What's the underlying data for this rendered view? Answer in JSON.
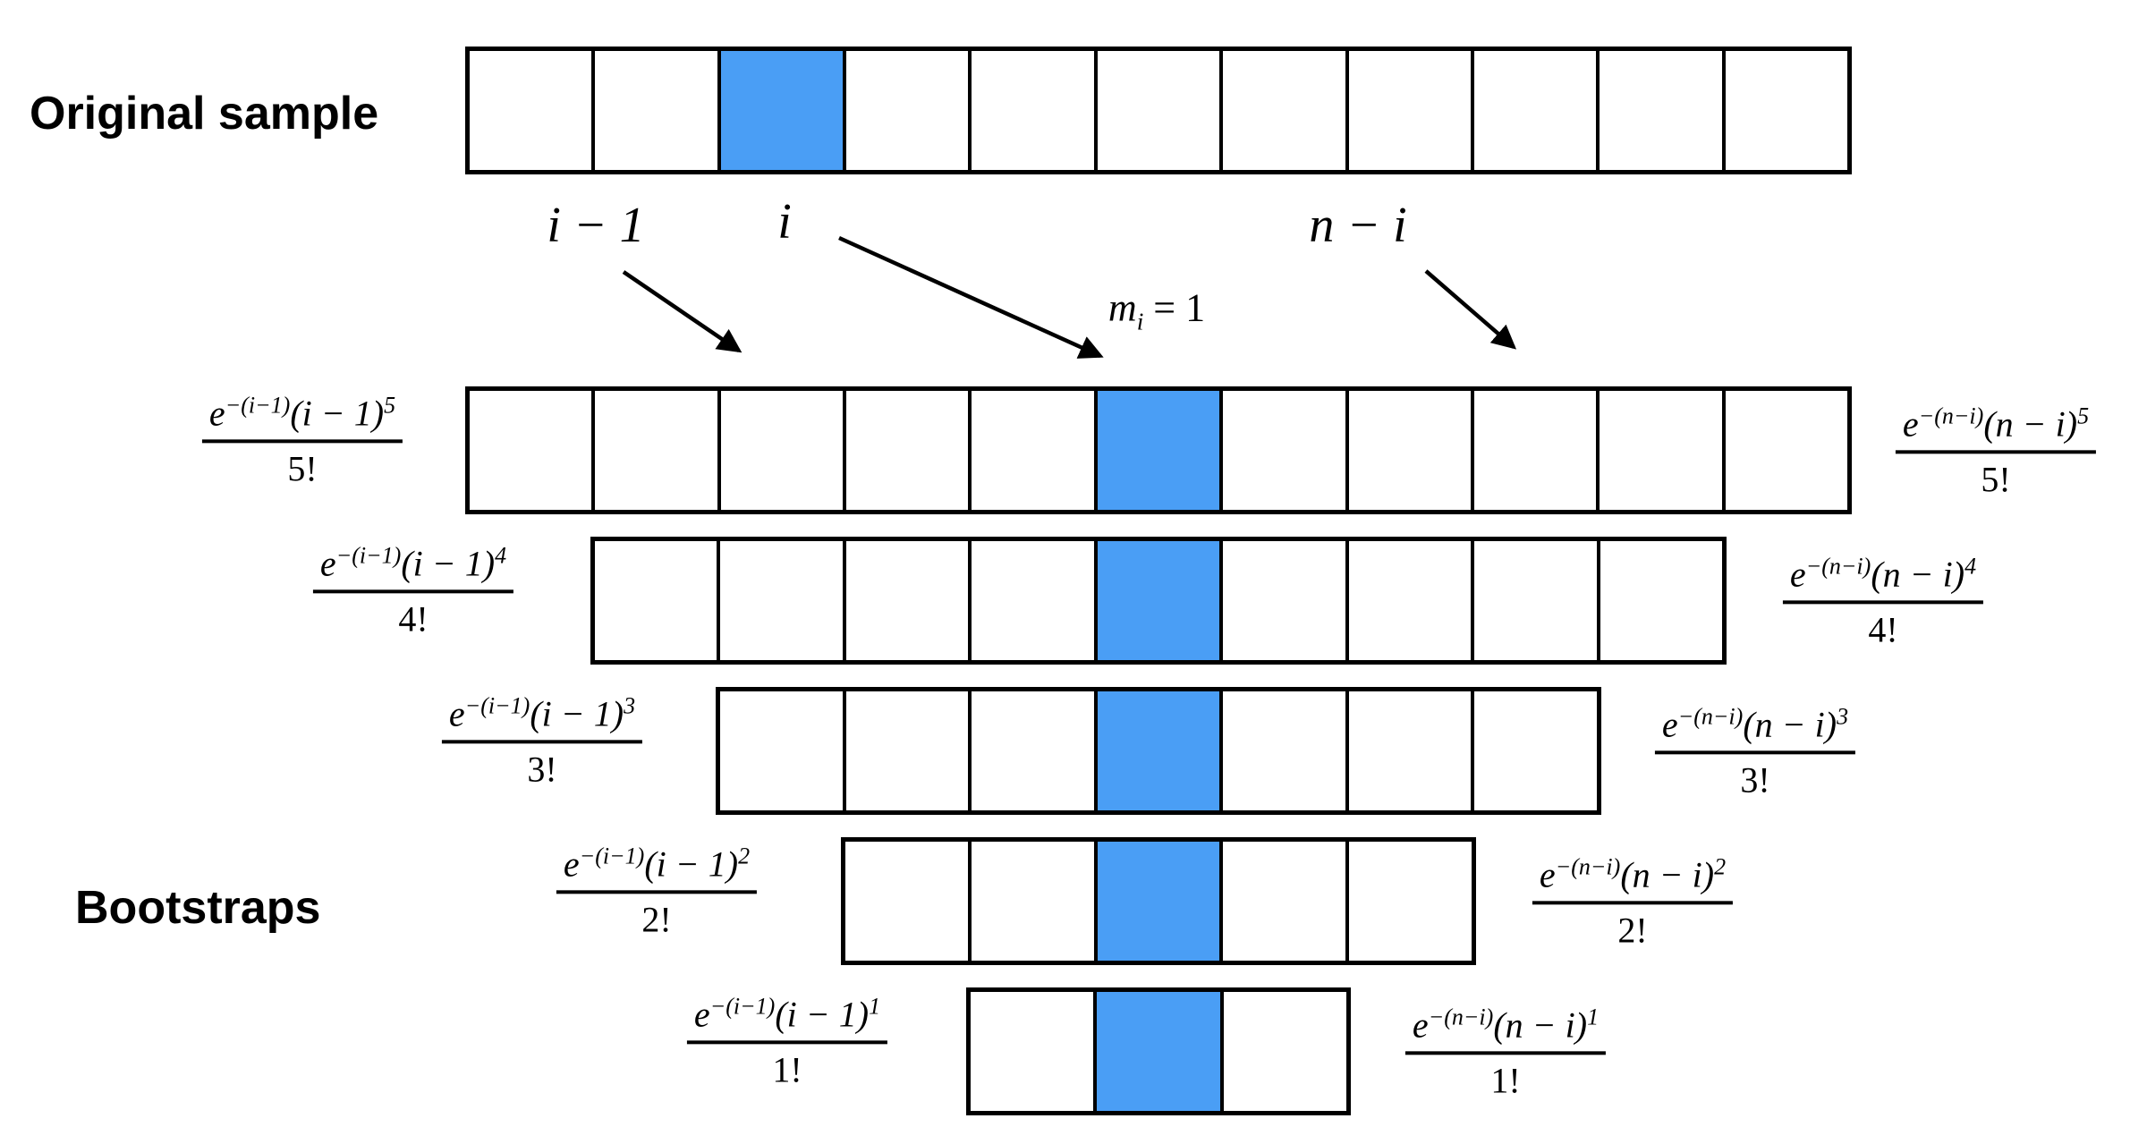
{
  "labels": {
    "original_sample": "Original sample",
    "bootstraps": "Bootstraps",
    "index_i_minus_1": "i − 1",
    "index_i": "i",
    "index_n_minus_i": "n − i",
    "multiplicity_base": "m",
    "multiplicity_sub": "i",
    "multiplicity_eq": " = 1"
  },
  "original_row": {
    "cells": 11,
    "highlight_index": 2
  },
  "bootstrap_rows": [
    {
      "cells": 11,
      "highlight_index": 5,
      "left": {
        "base": "e",
        "exp": "−(i−1)",
        "factor": "(i − 1)",
        "power": "5",
        "den": "5!"
      },
      "right": {
        "base": "e",
        "exp": "−(n−i)",
        "factor": "(n − i)",
        "power": "5",
        "den": "5!"
      }
    },
    {
      "cells": 9,
      "highlight_index": 4,
      "left": {
        "base": "e",
        "exp": "−(i−1)",
        "factor": "(i − 1)",
        "power": "4",
        "den": "4!"
      },
      "right": {
        "base": "e",
        "exp": "−(n−i)",
        "factor": "(n − i)",
        "power": "4",
        "den": "4!"
      }
    },
    {
      "cells": 7,
      "highlight_index": 3,
      "left": {
        "base": "e",
        "exp": "−(i−1)",
        "factor": "(i − 1)",
        "power": "3",
        "den": "3!"
      },
      "right": {
        "base": "e",
        "exp": "−(n−i)",
        "factor": "(n − i)",
        "power": "3",
        "den": "3!"
      }
    },
    {
      "cells": 5,
      "highlight_index": 2,
      "left": {
        "base": "e",
        "exp": "−(i−1)",
        "factor": "(i − 1)",
        "power": "2",
        "den": "2!"
      },
      "right": {
        "base": "e",
        "exp": "−(n−i)",
        "factor": "(n − i)",
        "power": "2",
        "den": "2!"
      }
    },
    {
      "cells": 3,
      "highlight_index": 1,
      "left": {
        "base": "e",
        "exp": "−(i−1)",
        "factor": "(i − 1)",
        "power": "1",
        "den": "1!"
      },
      "right": {
        "base": "e",
        "exp": "−(n−i)",
        "factor": "(n − i)",
        "power": "1",
        "den": "1!"
      }
    }
  ],
  "colors": {
    "highlight": "#4a9ef5",
    "ink": "#000000",
    "background": "#ffffff"
  }
}
